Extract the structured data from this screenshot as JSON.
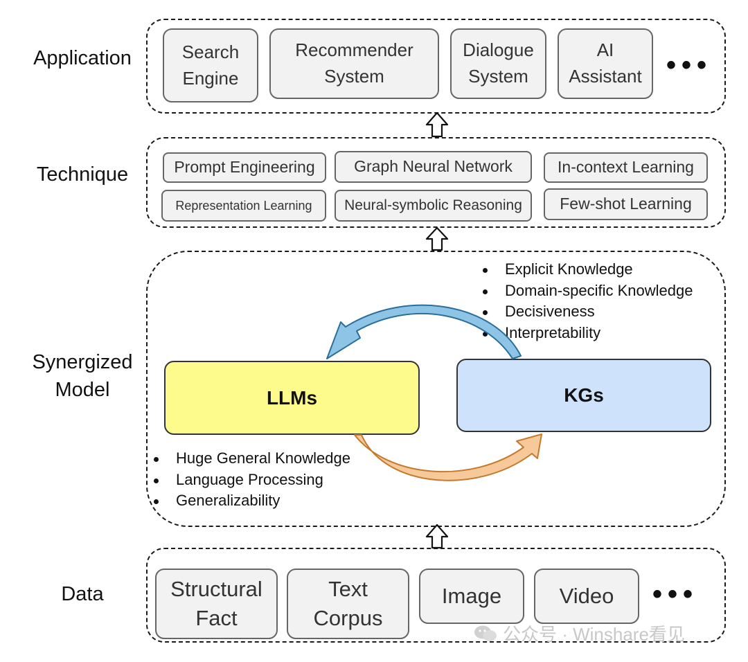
{
  "layers": {
    "application": {
      "label": "Application",
      "items": [
        {
          "line1": "Search",
          "line2": "Engine"
        },
        {
          "line1": "Recommender",
          "line2": "System"
        },
        {
          "line1": "Dialogue",
          "line2": "System"
        },
        {
          "line1": "AI",
          "line2": "Assistant"
        }
      ],
      "ellipsis": "•••"
    },
    "technique": {
      "label": "Technique",
      "items": [
        "Prompt Engineering",
        "Graph Neural Network",
        "In-context Learning",
        "Representation Learning",
        "Neural-symbolic Reasoning",
        "Few-shot Learning"
      ]
    },
    "model": {
      "label_line1": "Synergized",
      "label_line2": "Model",
      "llms": {
        "label": "LLMs",
        "color": "#fdfb8c"
      },
      "kgs": {
        "label": "KGs",
        "color": "#cfe2fb"
      },
      "kg_strengths": [
        "Explicit Knowledge",
        "Domain-specific Knowledge",
        "Decisiveness",
        "Interpretability"
      ],
      "llm_strengths": [
        "Huge General Knowledge",
        "Language Processing",
        "Generalizability"
      ],
      "arrow_kg_to_llm_color": "#8ec5e6",
      "arrow_llm_to_kg_color": "#f7c99a"
    },
    "data": {
      "label": "Data",
      "items": [
        {
          "line1": "Structural",
          "line2": "Fact"
        },
        {
          "line1": "Text",
          "line2": "Corpus"
        },
        {
          "line1": "Image",
          "line2": ""
        },
        {
          "line1": "Video",
          "line2": ""
        }
      ],
      "ellipsis": "•••"
    }
  },
  "watermark": "公众号 · Winshare看见"
}
